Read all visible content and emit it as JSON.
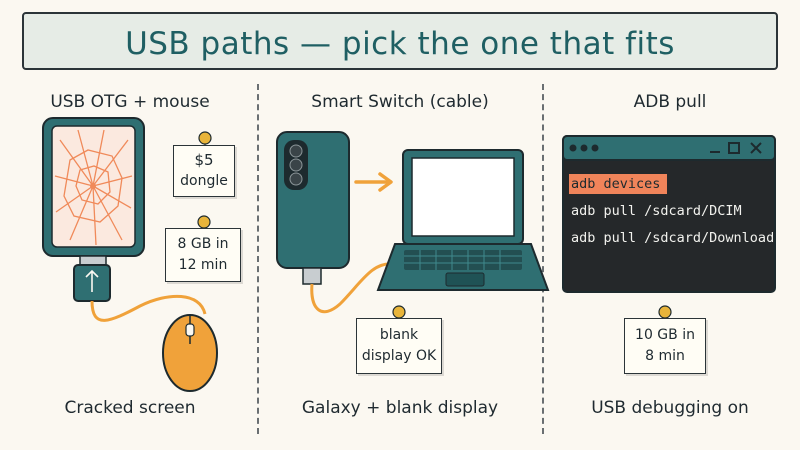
{
  "title": "USB paths — pick the one that fits",
  "columns": [
    {
      "heading": "USB OTG + mouse",
      "caption": "Cracked screen",
      "notes": [
        {
          "line1": "$5",
          "line2": "dongle"
        },
        {
          "line1": "8 GB in",
          "line2": "12 min"
        }
      ]
    },
    {
      "heading": "Smart Switch (cable)",
      "caption": "Galaxy + blank display",
      "notes": [
        {
          "line1": "blank",
          "line2": "display OK"
        }
      ]
    },
    {
      "heading": "ADB pull",
      "caption": "USB debugging on",
      "terminal": {
        "lines": [
          "adb devices",
          "adb pull /sdcard/DCIM",
          "adb pull /sdcard/Download"
        ],
        "highlight_color": "#f0845a",
        "bg_color": "#25282a",
        "titlebar_color": "#2f6f72"
      },
      "notes": [
        {
          "line1": "10 GB in",
          "line2": "8 min"
        }
      ]
    }
  ],
  "colors": {
    "teal": "#2f6f72",
    "orange": "#f0a23a",
    "crack": "#f08a5a",
    "screen": "#fbe9df"
  },
  "icons": [
    "pushpin-icon",
    "arrow-right-icon",
    "minimize-icon",
    "maximize-icon",
    "close-icon"
  ]
}
